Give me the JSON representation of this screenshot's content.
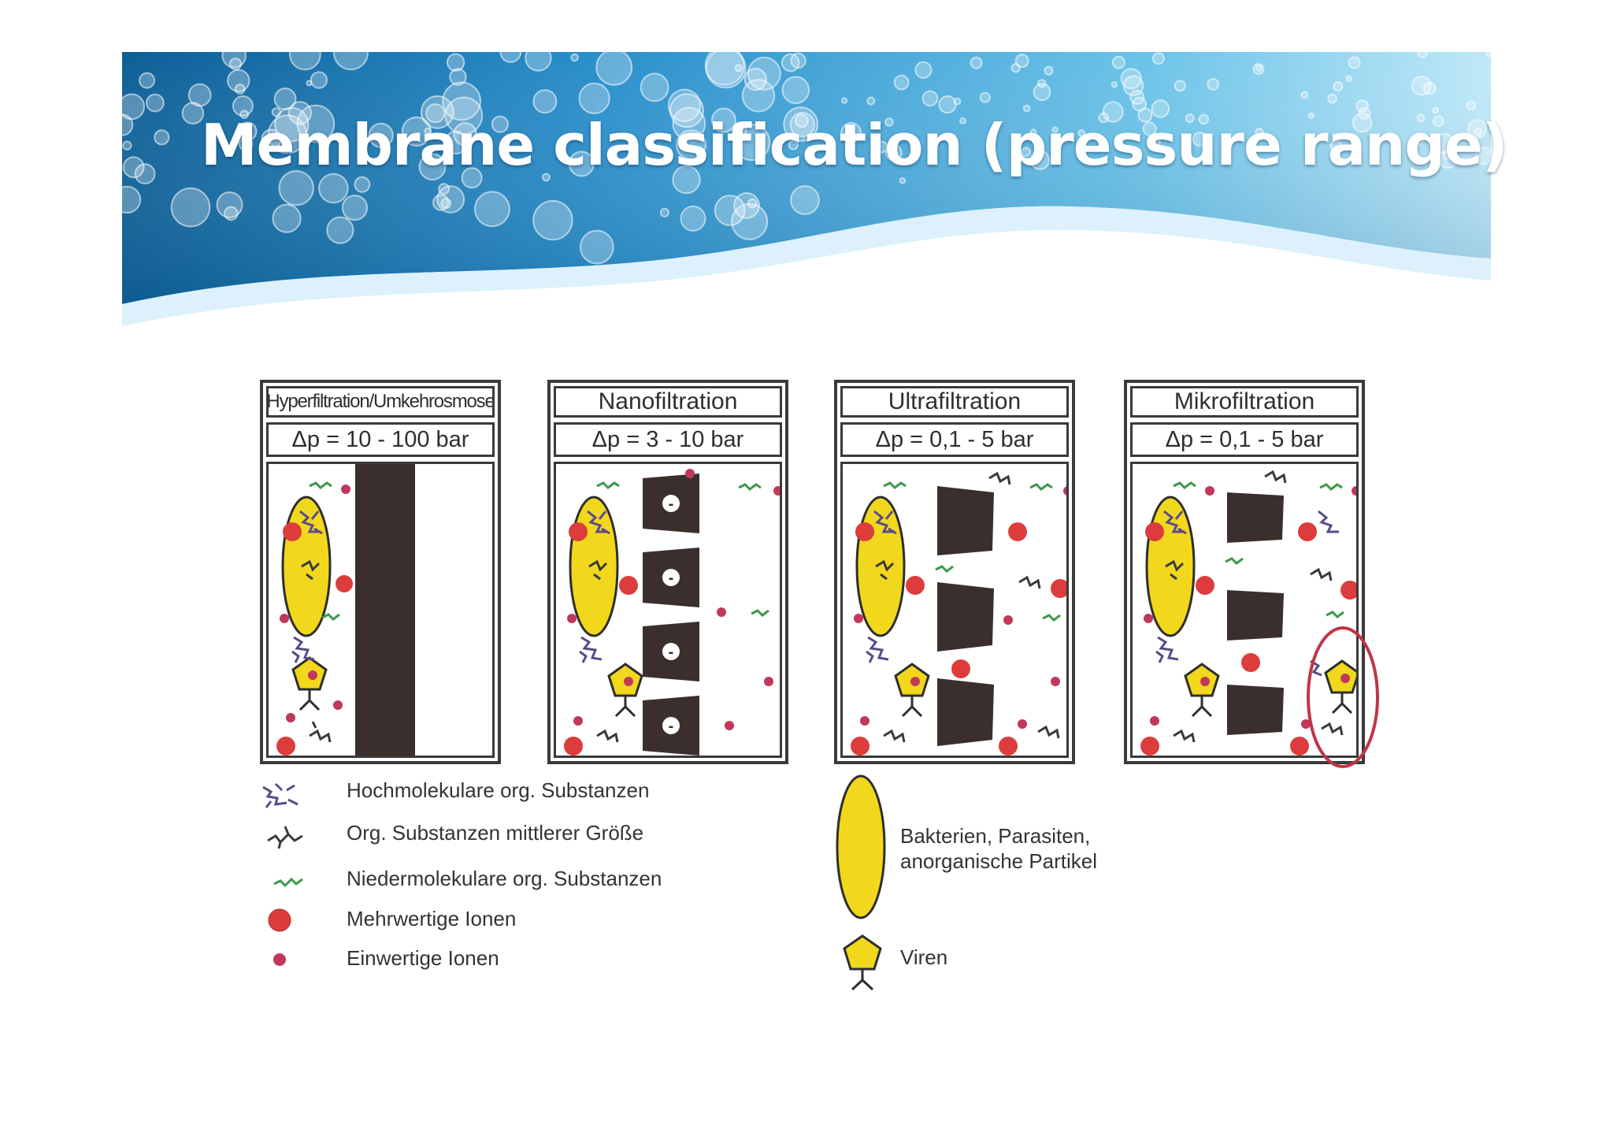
{
  "slide": {
    "title": "Membrane classification (pressure range)"
  },
  "colors": {
    "banner_light": "#bfe8f8",
    "banner_mid": "#3fa9dc",
    "banner_dark": "#0d5f96",
    "membrane": "#3a2f2d",
    "particle_yellow": "#f2d81c",
    "ion_red": "#dd3c3c",
    "ion_small": "#c2385a",
    "organic_large": "#5a4a8a",
    "organic_mid": "#3a3a3a",
    "organic_small": "#3d9a4a",
    "highlight_ring": "#c03545"
  },
  "panels": [
    {
      "title": "Hyperfiltration/Umkehrosmose",
      "pressure": "Δp = 10 - 100 bar"
    },
    {
      "title": "Nanofiltration",
      "pressure": "Δp = 3 - 10 bar"
    },
    {
      "title": "Ultrafiltration",
      "pressure": "Δp = 0,1 - 5 bar"
    },
    {
      "title": "Mikrofiltration",
      "pressure": "Δp = 0,1 - 5 bar"
    }
  ],
  "nano_pore_symbol": "-",
  "legend": {
    "hochmolekulare": "Hochmolekulare org. Substanzen",
    "mittlere": "Org. Substanzen mittlerer Größe",
    "niedermolekulare": "Niedermolekulare org. Substanzen",
    "mehrwertige": "Mehrwertige Ionen",
    "einwertige": "Einwertige Ionen",
    "bakterien_line1": "Bakterien, Parasiten,",
    "bakterien_line2": "anorganische Partikel",
    "viren": "Viren"
  }
}
